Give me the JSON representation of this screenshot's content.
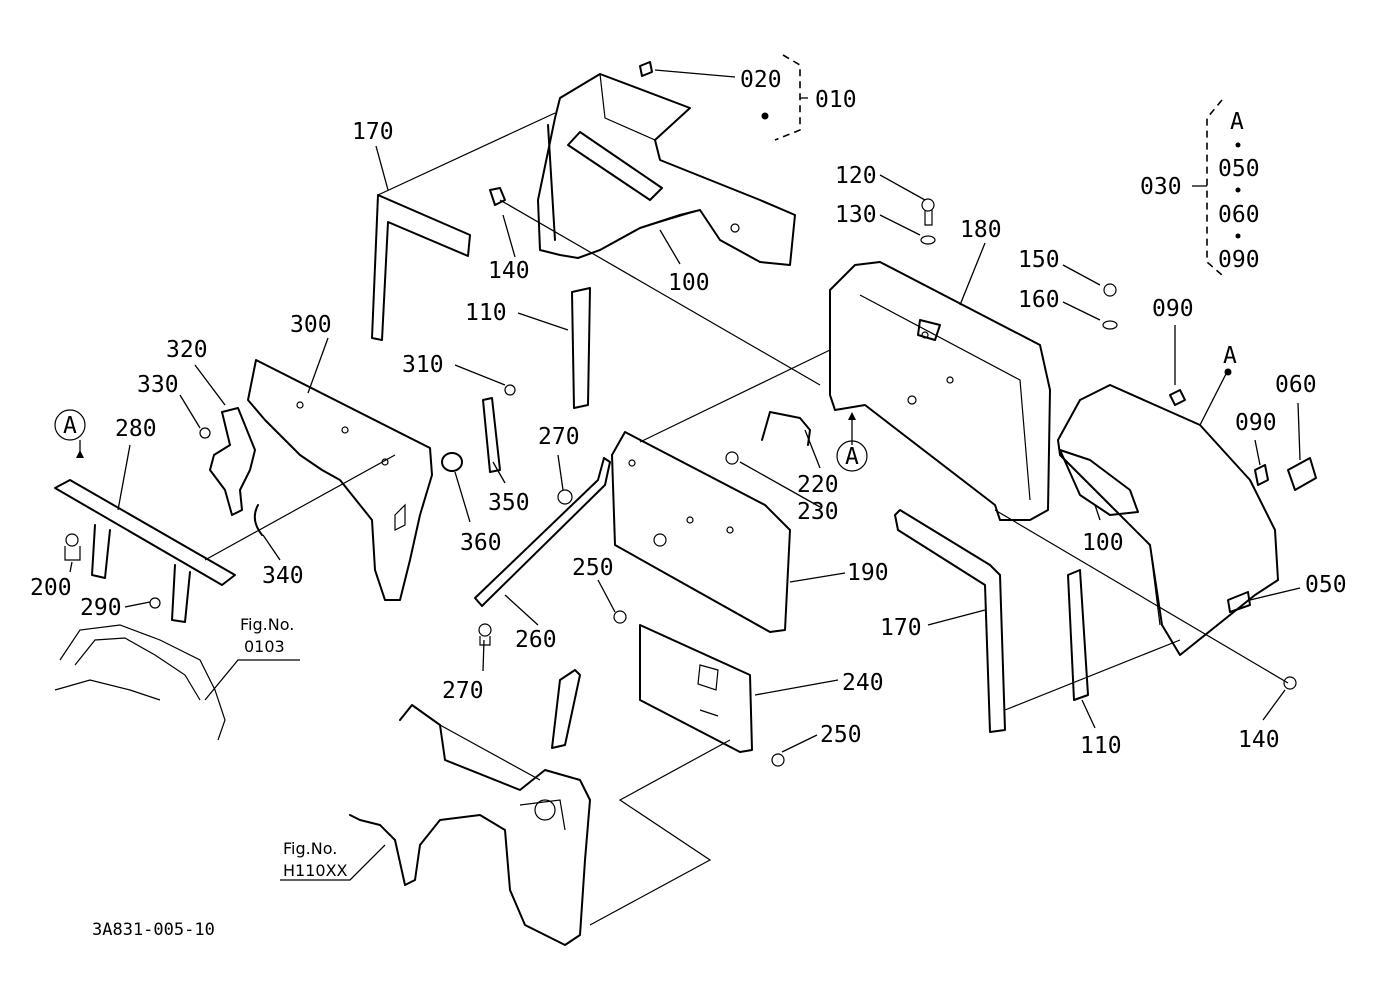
{
  "diagram_code": "3A831-005-10",
  "parts": {
    "p010": "010",
    "p020": "020",
    "p030": "030",
    "p050a": "050",
    "p050b": "050",
    "p060a": "060",
    "p060b": "060",
    "p090a": "090",
    "p090b": "090",
    "p090c": "090",
    "p100a": "100",
    "p100b": "100",
    "p110a": "110",
    "p110b": "110",
    "p120": "120",
    "p130": "130",
    "p140a": "140",
    "p140b": "140",
    "p150": "150",
    "p160": "160",
    "p170a": "170",
    "p170b": "170",
    "p180": "180",
    "p190": "190",
    "p200": "200",
    "p220": "220",
    "p230": "230",
    "p240": "240",
    "p250a": "250",
    "p250b": "250",
    "p260": "260",
    "p270a": "270",
    "p270b": "270",
    "p280": "280",
    "p290": "290",
    "p300": "300",
    "p310": "310",
    "p320": "320",
    "p330": "330",
    "p340": "340",
    "p350": "350",
    "p360": "360"
  },
  "refs": {
    "a1": "A",
    "a2": "A",
    "a3": "A",
    "a4": "A"
  },
  "fig_refs": {
    "f1_title": "Fig.No.",
    "f1_num": "0103",
    "f2_title": "Fig.No.",
    "f2_num": "H110XX"
  }
}
